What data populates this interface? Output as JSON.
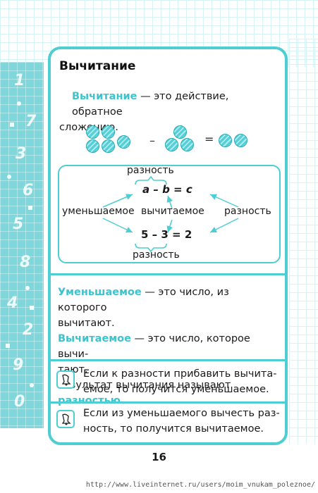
{
  "decor": {
    "numbers": [
      "1",
      "7",
      "3",
      "6",
      "5",
      "8",
      "4",
      "2",
      "9",
      "0"
    ]
  },
  "card": {
    "title": "Вычитание",
    "intro": {
      "keyword": "Вычитание",
      "rest_line1": " — это действие, обратное",
      "line2": "сложению."
    },
    "balls_equation": {
      "minus": "–",
      "equals": "="
    },
    "diagram": {
      "label_top": "разность",
      "formula_letters": "a – b = c",
      "label_left": "уменьшаемое",
      "label_middle": "вычитаемое",
      "label_right": "разность",
      "formula_numbers": "5 – 3 = 2",
      "label_bottom": "разность"
    },
    "definitions": {
      "minuend_keyword": "Уменьшаемое",
      "minuend_line1": " — это число, из которого",
      "minuend_line2": "вычитают.",
      "subtrahend_keyword": "Вычитаемое",
      "subtrahend_line1": " — это число, которое вычи-",
      "subtrahend_line2": "тают.",
      "result_text": "Результат вычитания называют ",
      "result_keyword": "разностью",
      "result_end": "."
    },
    "rules": [
      {
        "line1": "Если к разности прибавить вычита-",
        "line2": "емое, то получится уменьшаемое."
      },
      {
        "line1": "Если из уменьшаемого вычесть раз-",
        "line2": "ность, то получится вычитаемое."
      }
    ]
  },
  "page_number": "16",
  "watermark_url": "http://www.liveinternet.ru/users/moim_vnukam_poleznoe/",
  "colors": {
    "accent": "#4ecdd3",
    "keyword": "#3cc3cc",
    "strip": "#7fd7dc"
  }
}
